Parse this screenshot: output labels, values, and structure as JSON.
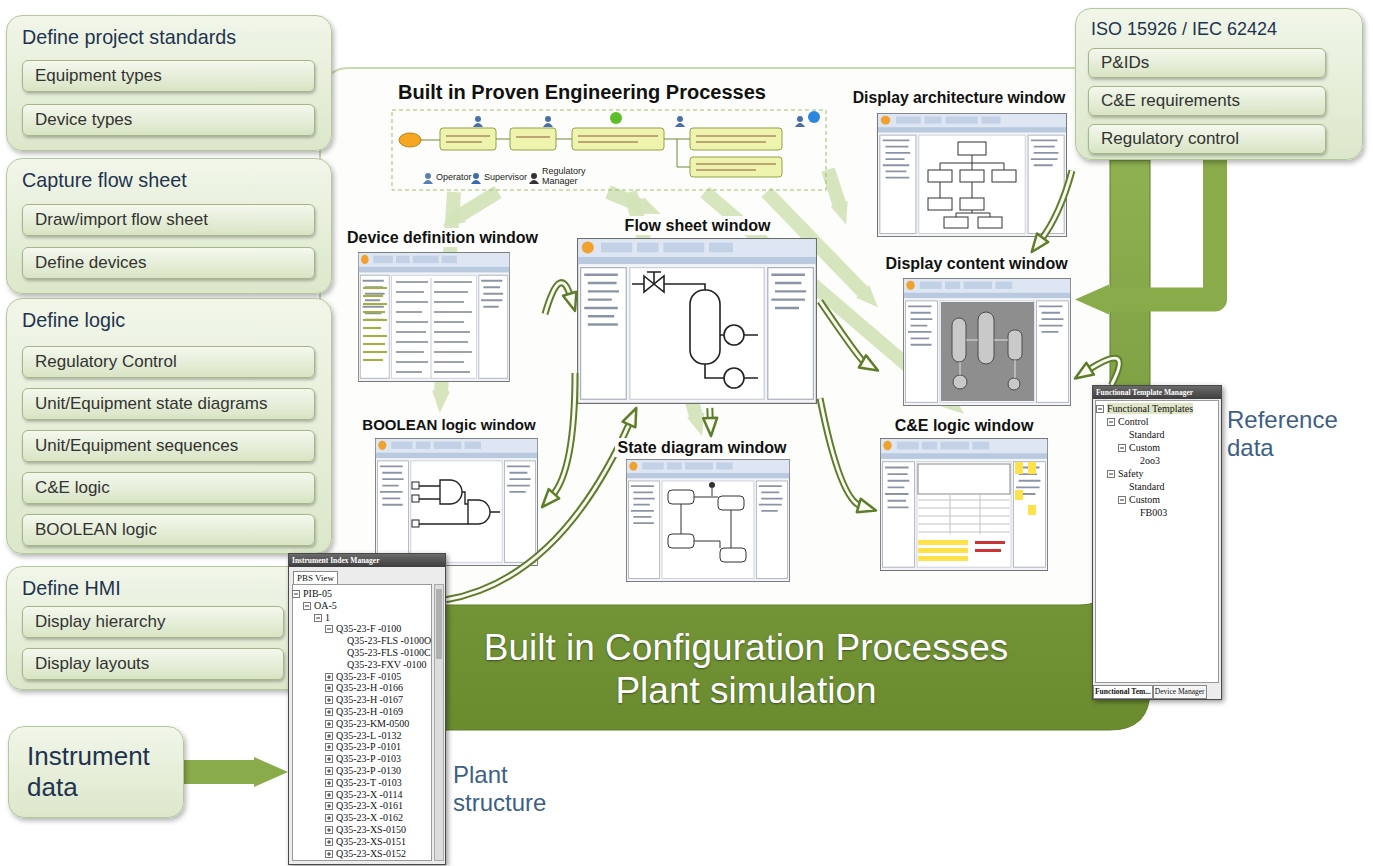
{
  "diagram": {
    "nodes": [
      {
        "text": [
          "Define project standards"
        ]
      },
      {
        "text": [
          "Equipment types"
        ],
        "in": 0
      },
      {
        "text": [
          "Device types"
        ],
        "in": 0
      },
      {
        "text": [
          "Capture flow sheet"
        ]
      },
      {
        "text": [
          "Draw/import flow sheet"
        ],
        "in": 3
      },
      {
        "text": [
          "Define devices"
        ],
        "in": 3
      },
      {
        "text": [
          "Define logic"
        ]
      },
      {
        "text": [
          "Regulatory Control"
        ],
        "in": 6
      },
      {
        "text": [
          "Unit/Equipment state diagrams"
        ],
        "in": 6
      },
      {
        "text": [
          "Unit/Equipment sequences"
        ],
        "in": 6
      },
      {
        "text": [
          "C&E logic"
        ],
        "in": 6
      },
      {
        "text": [
          "BOOLEAN logic"
        ],
        "in": 6
      },
      {
        "text": [
          "Define HMI"
        ]
      },
      {
        "text": [
          "Display hierarchy"
        ],
        "in": 12
      },
      {
        "text": [
          "Display layouts"
        ],
        "in": 12
      },
      {
        "text": [
          "Instrument data"
        ]
      },
      {
        "text": [
          "ISO 15926 / IEC 62424"
        ]
      },
      {
        "text": [
          "P&IDs"
        ],
        "in": 16
      },
      {
        "text": [
          "C&E requirements"
        ],
        "in": 16
      },
      {
        "text": [
          "Regulatory control"
        ],
        "in": 16
      },
      {
        "text": [
          "Built in Proven Engineering Processes",
          "Operator",
          "Supervisor",
          "Regulatory Manager"
        ]
      },
      {
        "text": [
          "Display architecture window"
        ]
      },
      {
        "text": [
          "Device definition window"
        ]
      },
      {
        "text": [
          "Flow sheet window"
        ]
      },
      {
        "text": [
          "Display content window"
        ]
      },
      {
        "text": [
          "BOOLEAN logic window"
        ]
      },
      {
        "text": [
          "State diagram window"
        ]
      },
      {
        "text": [
          "C&E logic window"
        ]
      },
      {
        "text": [
          "Built in Configuration Processes Plant simulation"
        ]
      },
      {
        "text": [
          "Instrument Index Manager",
          "PBS View",
          "PIB-05",
          "OA-5",
          "1",
          "Q35-23-F -0100",
          "Q35-23-FLS -0100O",
          "Q35-23-FLS -0100C",
          "Q35-23-FXV -0100",
          "Q35-23-F -0105",
          "Q35-23-H -0166",
          "Q35-23-H -0167",
          "Q35-23-H -0169",
          "Q35-23-KM-0500",
          "Q35-23-L -0132",
          "Q35-23-P -0101",
          "Q35-23-P -0103",
          "Q35-23-P -0130",
          "Q35-23-T -0103",
          "Q35-23-X -0114",
          "Q35-23-X -0161",
          "Q35-23-X -0162",
          "Q35-23-XS-0150",
          "Q35-23-XS-0151",
          "Q35-23-XS-0152",
          "Plant structure"
        ]
      },
      {
        "text": [
          "Functional Template Manager",
          "Functional Templates",
          "Control",
          "Standard",
          "Custom",
          "2oo3",
          "Safety",
          "Standard",
          "Custom",
          "FB003",
          "Functional Tem...",
          "Device Manager",
          "Reference data"
        ]
      }
    ],
    "edges": [
      {
        "from": 15,
        "to": 29,
        "arrow": "to"
      },
      {
        "from": 16,
        "to": 24,
        "arrow": "to"
      },
      {
        "from": 20,
        "to": 21,
        "arrow": "to"
      },
      {
        "from": 20,
        "to": 22,
        "arrow": "to"
      },
      {
        "from": 20,
        "to": 23,
        "arrow": "to"
      },
      {
        "from": 20,
        "to": 24,
        "arrow": "to"
      },
      {
        "from": 20,
        "to": 25,
        "arrow": "to"
      },
      {
        "from": 20,
        "to": 26,
        "arrow": "to"
      },
      {
        "from": 20,
        "to": 27,
        "arrow": "to"
      },
      {
        "from": 22,
        "to": 23,
        "arrow": "to"
      },
      {
        "from": 23,
        "to": 24,
        "arrow": "to"
      },
      {
        "from": 21,
        "to": 24,
        "arrow": "to"
      },
      {
        "from": 29,
        "to": 23,
        "arrow": "to"
      },
      {
        "from": 23,
        "to": 25,
        "arrow": "to"
      },
      {
        "from": 23,
        "to": 26,
        "arrow": "to"
      },
      {
        "from": 23,
        "to": 27,
        "arrow": "to"
      },
      {
        "from": 30,
        "to": 24,
        "arrow": "to"
      }
    ]
  }
}
